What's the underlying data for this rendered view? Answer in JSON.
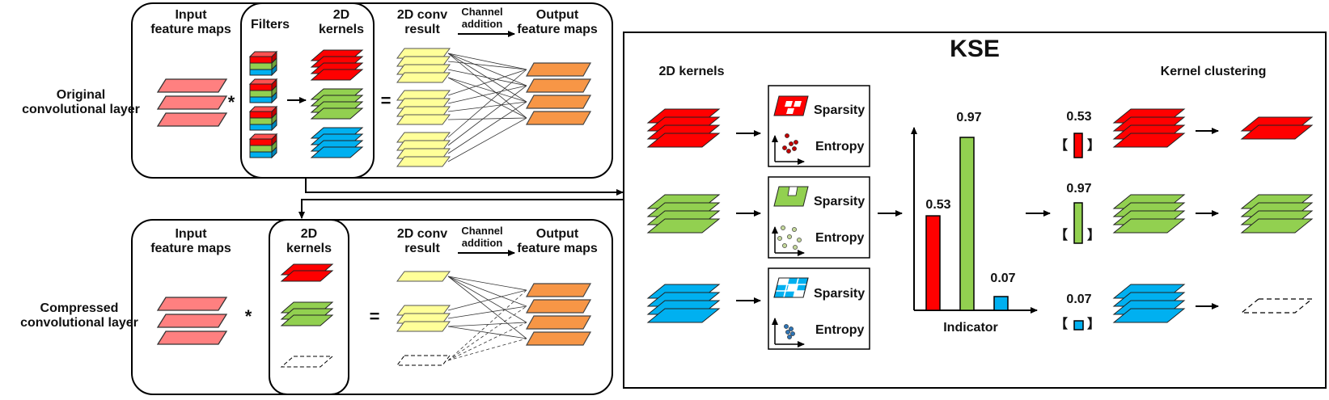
{
  "top_panel": {
    "row_label": "Original\nconvolutional layer",
    "input_label": "Input\nfeature maps",
    "filters_label": "Filters",
    "kernels_label": "2D\nkernels",
    "conv_result_label": "2D conv\nresult",
    "channel_addition_label": "Channel\naddition",
    "output_label": "Output\nfeature maps",
    "conv_symbol": "*",
    "equals_symbol": "="
  },
  "bottom_panel": {
    "row_label": "Compressed\nconvolutional layer",
    "input_label": "Input\nfeature maps",
    "kernels_label": "2D\nkernels",
    "conv_result_label": "2D conv\nresult",
    "channel_addition_label": "Channel\naddition",
    "output_label": "Output\nfeature maps",
    "conv_symbol": "*",
    "equals_symbol": "="
  },
  "kse_panel": {
    "title": "KSE",
    "kernels_label": "2D kernels",
    "clustering_label": "Kernel clustering",
    "sparsity_label": "Sparsity",
    "entropy_label": "Entropy",
    "indicator_label": "Indicator",
    "bracket_left": "【",
    "bracket_right": "】",
    "rows": [
      {
        "name": "red",
        "color": "#ff0000",
        "indicator": "0.53"
      },
      {
        "name": "green",
        "color": "#92d050",
        "indicator": "0.97"
      },
      {
        "name": "blue",
        "color": "#00b0f0",
        "indicator": "0.07"
      }
    ]
  },
  "colors": {
    "input_map": "#ff8080",
    "conv_result": "#ffff99",
    "output_map": "#f79646",
    "red": "#ff0000",
    "green": "#92d050",
    "blue": "#00b0f0"
  },
  "chart_data": {
    "type": "bar",
    "categories": [
      "red",
      "green",
      "blue"
    ],
    "values": [
      0.53,
      0.97,
      0.07
    ],
    "xlabel": "Indicator",
    "ylabel": "",
    "ylim": [
      0,
      1.1
    ]
  }
}
